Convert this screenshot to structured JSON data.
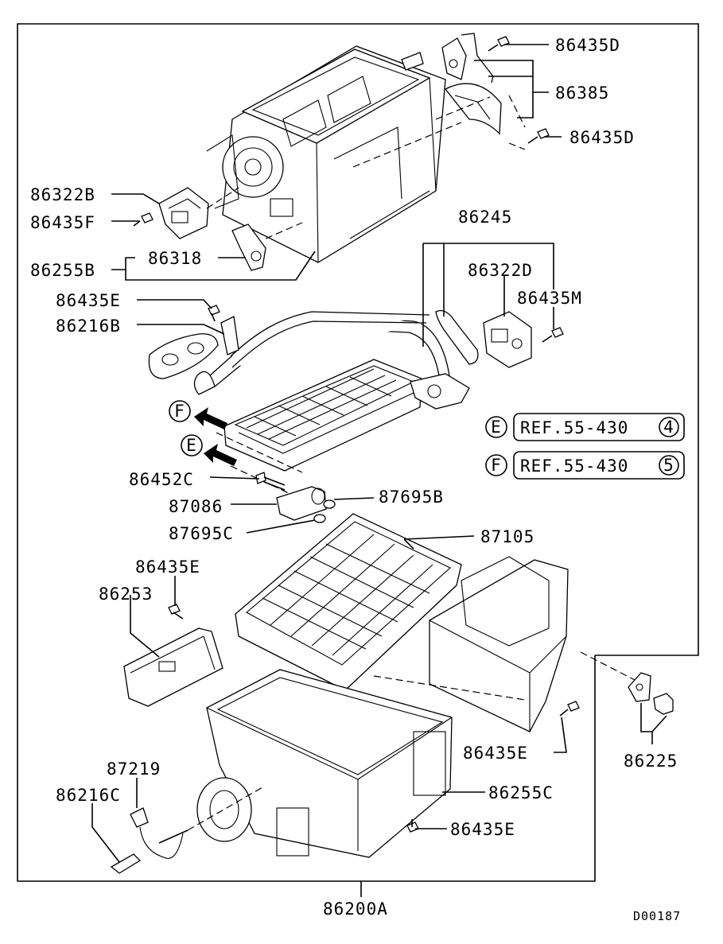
{
  "labels": {
    "p86435D_top": "86435D",
    "p86385": "86385",
    "p86435D_bot": "86435D",
    "p86322B": "86322B",
    "p86435F": "86435F",
    "p86318": "86318",
    "p86255B": "86255B",
    "p86245": "86245",
    "p86322D": "86322D",
    "p86435M": "86435M",
    "p86435E_a": "86435E",
    "p86216B": "86216B",
    "p86452C": "86452C",
    "p87086": "87086",
    "p87695B": "87695B",
    "p87695C": "87695C",
    "p87105": "87105",
    "p86435E_b": "86435E",
    "p86253": "86253",
    "p86225": "86225",
    "p86435E_c": "86435E",
    "p86255C": "86255C",
    "p87219": "87219",
    "p86216C": "86216C",
    "p86435E_d": "86435E",
    "p86200A": "86200A"
  },
  "refs": {
    "E": {
      "letter": "E",
      "text": "REF.55-430",
      "num": "4"
    },
    "F": {
      "letter": "F",
      "text": "REF.55-430",
      "num": "5"
    }
  },
  "markers": {
    "F": "F",
    "E": "E"
  },
  "diagram_id": "D00187"
}
